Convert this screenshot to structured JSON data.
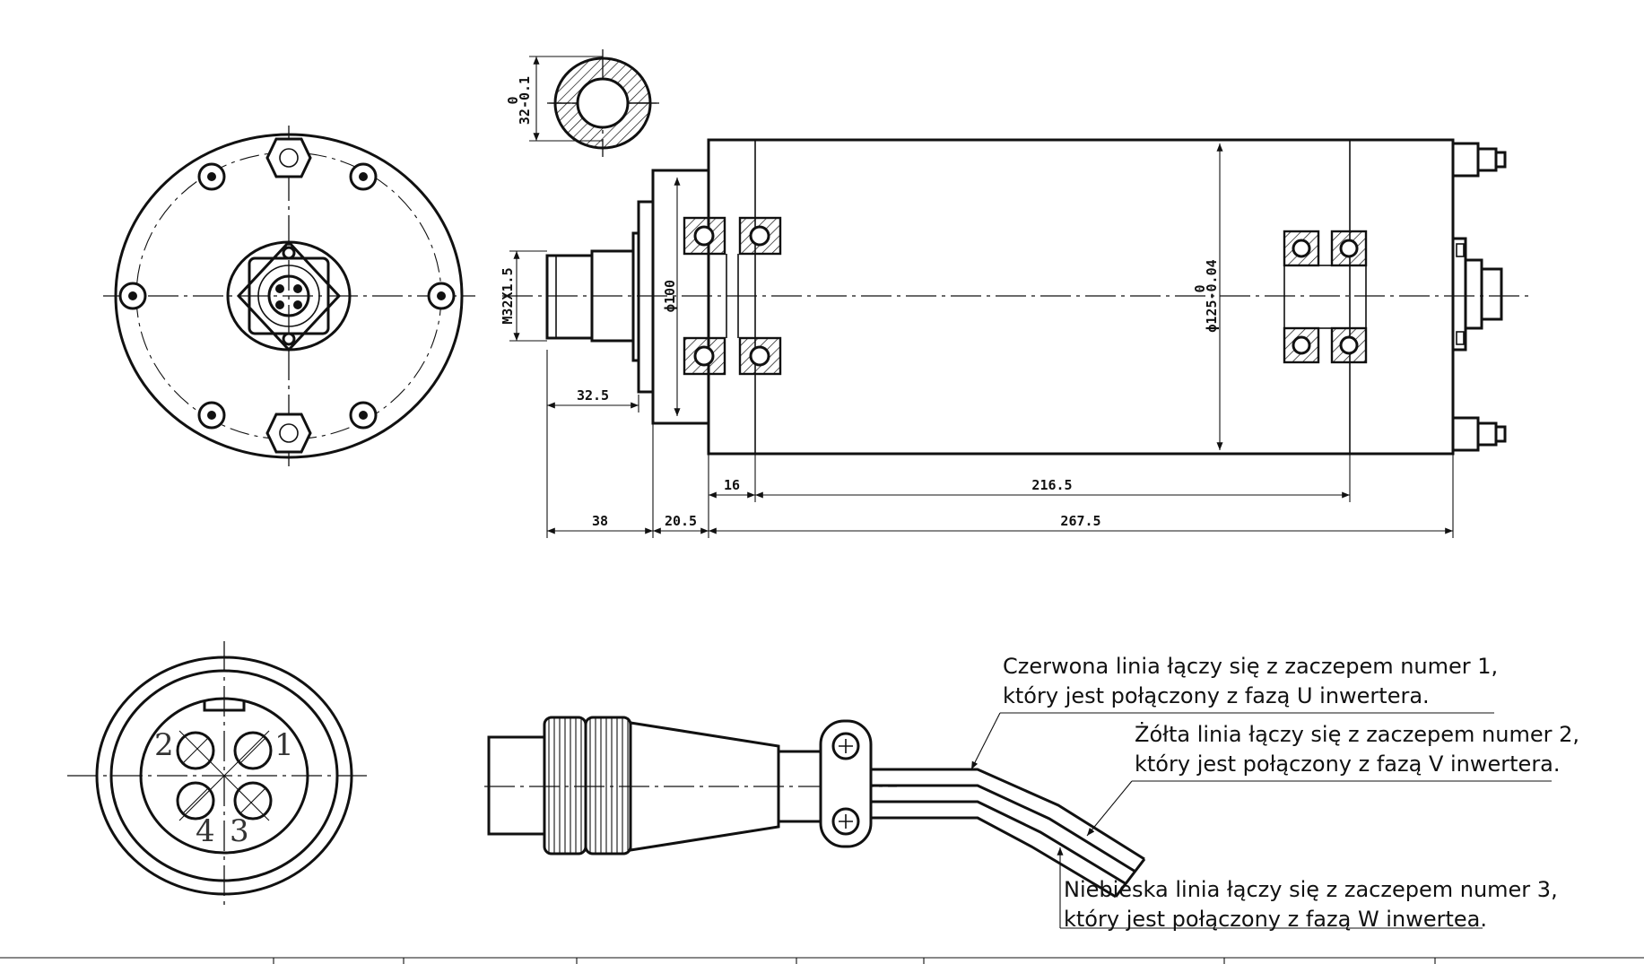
{
  "dimensions": {
    "bore": "32-0.1",
    "bore_upper": "0",
    "thread": "M32X1.5",
    "flange_dia": "ϕ100",
    "body_dia": "ϕ125-0.04",
    "body_dia_upper": "0",
    "d_32_5": "32.5",
    "d_16": "16",
    "d_216_5": "216.5",
    "d_38": "38",
    "d_20_5": "20.5",
    "d_267_5": "267.5"
  },
  "pins": [
    "1",
    "2",
    "3",
    "4"
  ],
  "notes": {
    "red": [
      "Czerwona linia łączy się z zaczepem numer 1,",
      "który jest połączony z fazą U inwertera."
    ],
    "yellow": [
      "Żółta linia łączy  się  z zaczepem numer 2,",
      "który jest połączony z fazą V inwertera."
    ],
    "blue": [
      "Niebieska linia łączy się z zaczepem numer 3,",
      "który jest połączony z fazą W inwertea."
    ]
  }
}
